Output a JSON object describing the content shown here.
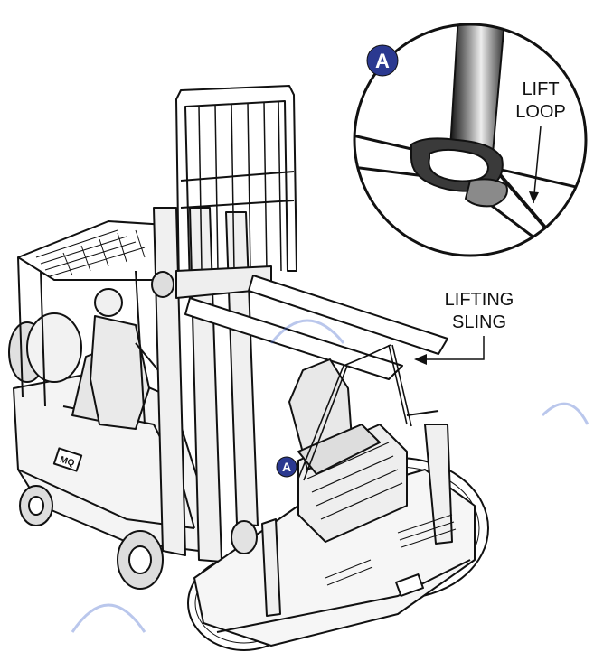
{
  "callouts": {
    "main": "A",
    "detail": "A"
  },
  "labels": {
    "lift_loop_line1": "LIFT",
    "lift_loop_line2": "LOOP",
    "lifting_sling_line1": "LIFTING",
    "lifting_sling_line2": "SLING"
  },
  "badge": {
    "forklift_logo": "MQ"
  },
  "colors": {
    "callout_fill": "#2b3990",
    "line": "#111111",
    "watermark": "#3a5fc9"
  }
}
